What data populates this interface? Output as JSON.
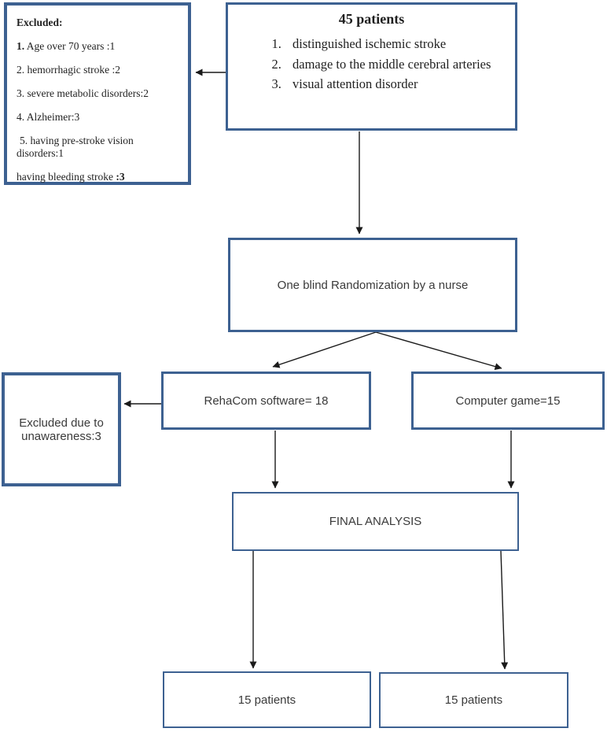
{
  "diagram_title": "Patient enrollment and randomization flowchart",
  "colors": {
    "box_border": "#3d6191",
    "arrow": "#1a1a1a",
    "serif_text": "#1f1f1f",
    "sans_text": "#3a3a3a"
  },
  "excluded_box": {
    "title": "Excluded:",
    "items": [
      {
        "lead": "1.",
        "rest": " Age over 70 years :1",
        "tail": ""
      },
      {
        "lead": "",
        "rest": "2. hemorrhagic stroke :2",
        "tail": ""
      },
      {
        "lead": "",
        "rest": "3. severe metabolic disorders:2",
        "tail": ""
      },
      {
        "lead": "",
        "rest": "4. Alzheimer:3",
        "tail": ""
      },
      {
        "lead": "",
        "rest": "5. having pre-stroke vision disorders:1",
        "tail": ""
      },
      {
        "lead": "",
        "rest": "having bleeding stroke ",
        "tail": ":3"
      }
    ]
  },
  "patients_box": {
    "title": "45 patients",
    "items": [
      "distinguished ischemic stroke",
      "damage to the middle cerebral arteries",
      "visual attention disorder"
    ]
  },
  "randomization_box": {
    "label": "One blind Randomization by a nurse"
  },
  "rehacom_box": {
    "label": "RehaCom software= 18"
  },
  "computer_game_box": {
    "label": "Computer game=15"
  },
  "excluded_unaware_box": {
    "label": "Excluded due to unawareness:3"
  },
  "final_box": {
    "label": "FINAL ANALYSIS"
  },
  "outcome_left": {
    "label": "15 patients"
  },
  "outcome_right": {
    "label": "15 patients"
  }
}
